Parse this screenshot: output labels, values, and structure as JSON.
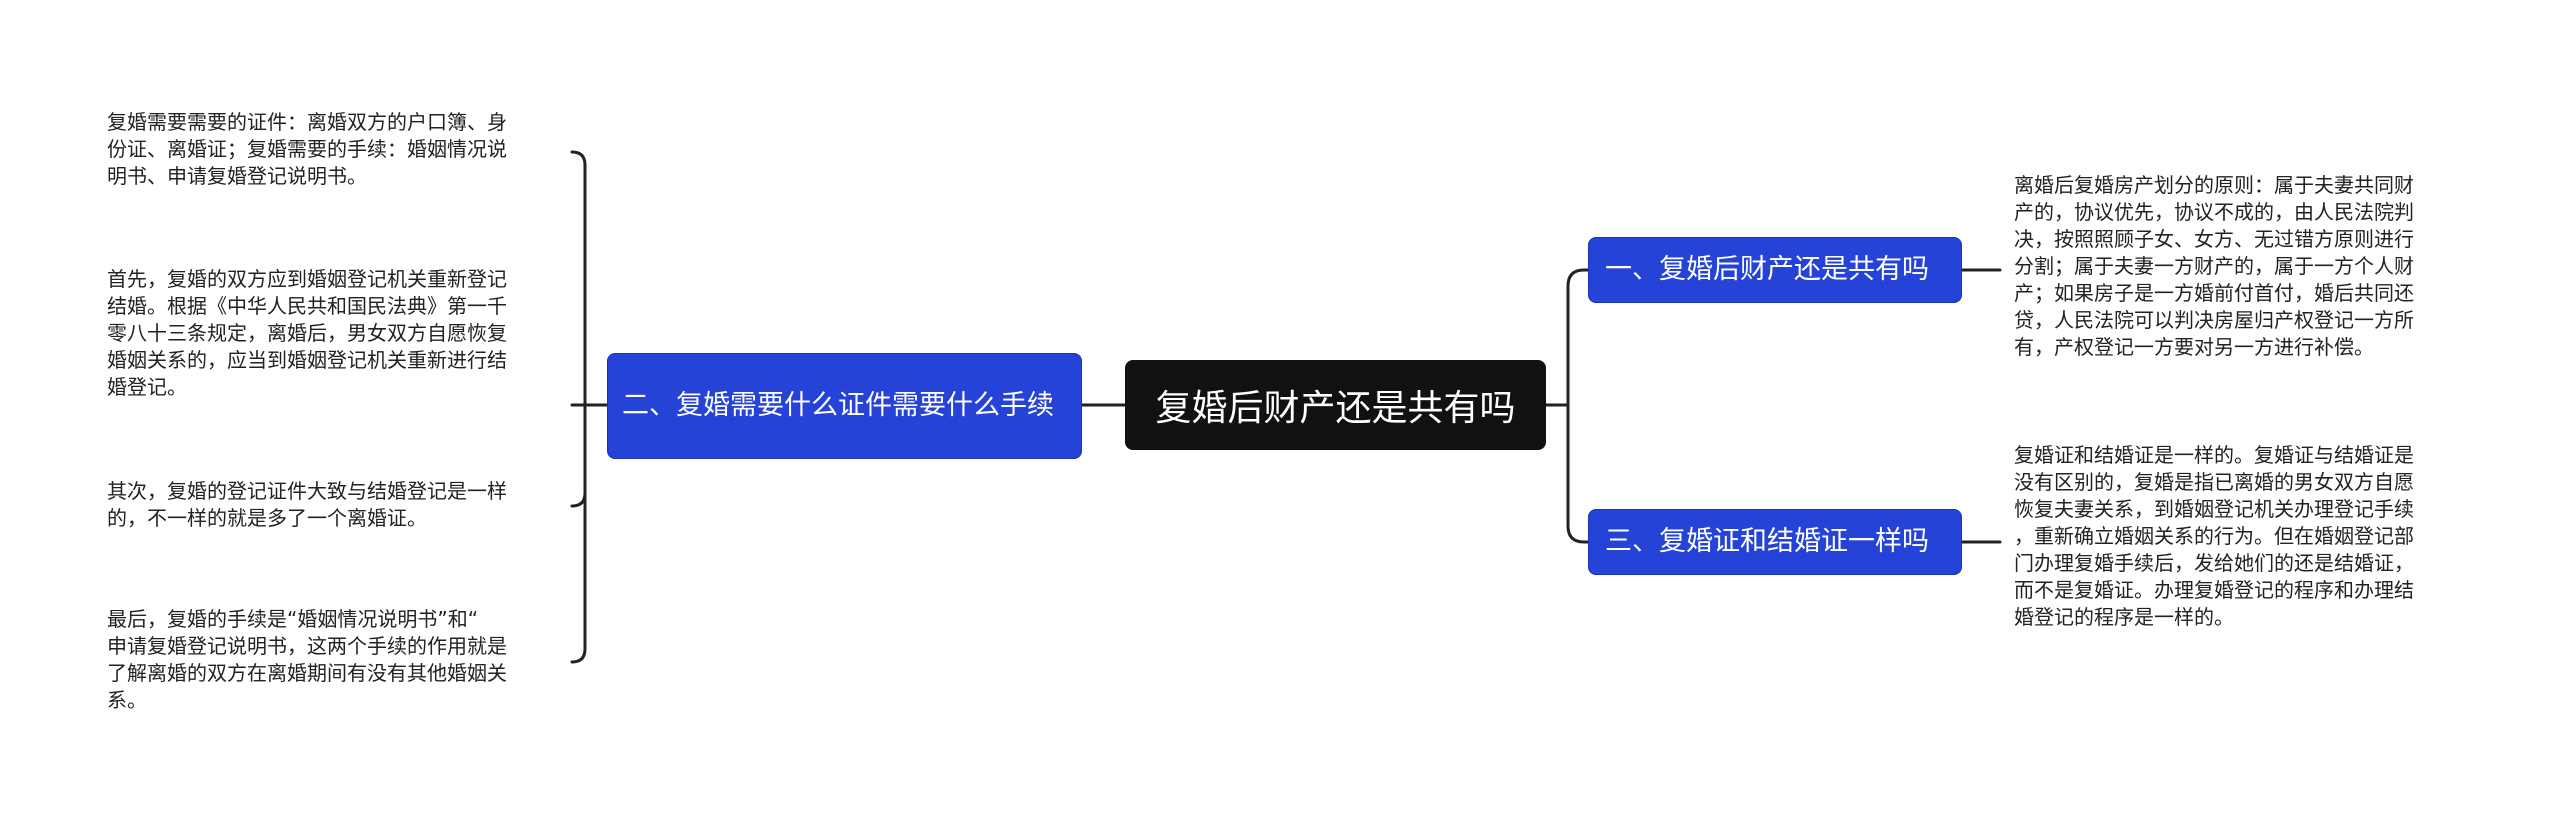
{
  "root": {
    "label": "复婚后财产还是共有吗"
  },
  "branches": {
    "left": {
      "label": "二、复婚需要什么证件需要什么手续",
      "leaves": [
        "复婚需要需要的证件：离婚双方的户口簿、身\n份证、离婚证；复婚需要的手续：婚姻情况说\n明书、申请复婚登记说明书。",
        "首先，复婚的双方应到婚姻登记机关重新登记\n结婚。根据《中华人民共和国民法典》第一千\n零八十三条规定，离婚后，男女双方自愿恢复\n婚姻关系的，应当到婚姻登记机关重新进行结\n婚登记。",
        "其次，复婚的登记证件大致与结婚登记是一样\n的，不一样的就是多了一个离婚证。",
        "最后，复婚的手续是“婚姻情况说明书”和“\n申请复婚登记说明书，这两个手续的作用就是\n了解离婚的双方在离婚期间有没有其他婚姻关\n系。"
      ]
    },
    "right_top": {
      "label": "一、复婚后财产还是共有吗",
      "leaves": [
        "离婚后复婚房产划分的原则：属于夫妻共同财\n产的，协议优先，协议不成的，由人民法院判\n决，按照照顾子女、女方、无过错方原则进行\n分割；属于夫妻一方财产的，属于一方个人财\n产；如果房子是一方婚前付首付，婚后共同还\n贷，人民法院可以判决房屋归产权登记一方所\n有，产权登记一方要对另一方进行补偿。"
      ]
    },
    "right_bottom": {
      "label": "三、复婚证和结婚证一样吗",
      "leaves": [
        "复婚证和结婚证是一样的。复婚证与结婚证是\n没有区别的，复婚是指已离婚的男女双方自愿\n恢复夫妻关系，到婚姻登记机关办理登记手续\n，重新确立婚姻关系的行为。但在婚姻登记部\n门办理复婚手续后，发给她们的还是结婚证，\n而不是复婚证。办理复婚登记的程序和办理结\n婚登记的程序是一样的。"
      ]
    }
  },
  "colors": {
    "root_bg": "#111111",
    "branch_bg": "#2643d8",
    "connector": "#222222",
    "leaf_text": "#222222"
  }
}
